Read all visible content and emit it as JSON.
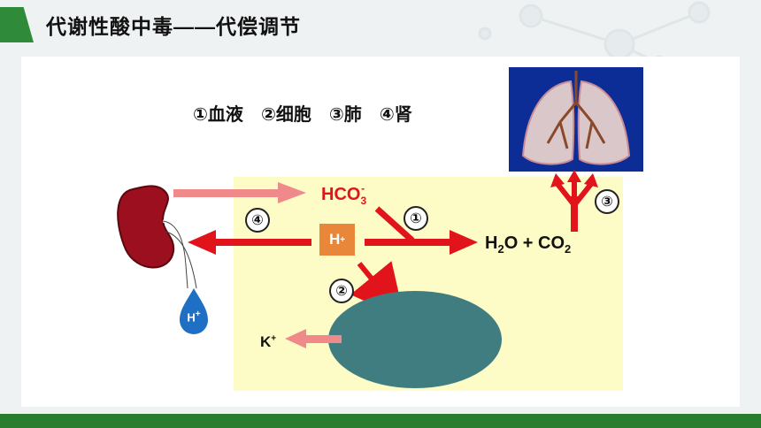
{
  "title": "代谢性酸中毒——代偿调节",
  "legend": {
    "item1": "①血液",
    "item2": "②细胞",
    "item3": "③肺",
    "item4": "④肾"
  },
  "labels": {
    "hco3_base": "HCO",
    "hco3_sub": "3",
    "hco3_sup": "-",
    "h2o_h": "H",
    "h2o_sub": "2",
    "h2o_o": "O + CO",
    "co2_sub": "2",
    "hplus_base": "H",
    "hplus_sup": "+",
    "kplus_base": "K",
    "kplus_sup": "+",
    "drop_base": "H",
    "drop_sup": "+"
  },
  "markers": {
    "m1": "①",
    "m2": "②",
    "m3": "③",
    "m4": "④"
  },
  "colors": {
    "accent_green": "#2f8a3a",
    "arrow_red": "#e0141a",
    "arrow_pink": "#f08a8a",
    "cell_teal": "#3f7d80",
    "kidney": "#9c0f1f",
    "drop_blue": "#1f6fc4",
    "yellow_box": "#fdfcc6",
    "hplus_box": "#e8873a"
  }
}
